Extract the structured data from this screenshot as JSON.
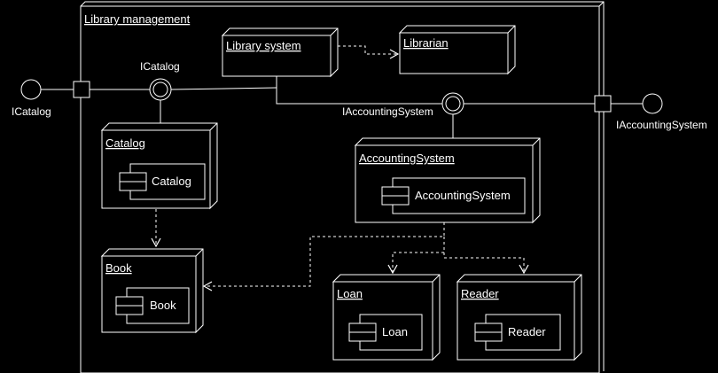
{
  "colors": {
    "background": "#000000",
    "stroke": "#ffffff",
    "text": "#ffffff"
  },
  "package": {
    "label": "Library management"
  },
  "nodes": {
    "library_system": {
      "label": "Library system"
    },
    "librarian": {
      "label": "Librarian"
    },
    "catalog": {
      "label": "Catalog",
      "component_label": "Catalog"
    },
    "accounting_system": {
      "label": "AccountingSystem",
      "component_label": "AccountingSystem"
    },
    "book": {
      "label": "Book",
      "component_label": "Book"
    },
    "loan": {
      "label": "Loan",
      "component_label": "Loan"
    },
    "reader": {
      "label": "Reader",
      "component_label": "Reader"
    }
  },
  "interfaces": {
    "icatalog_external": "ICatalog",
    "icatalog_internal": "ICatalog",
    "iaccounting_internal": "IAccountingSystem",
    "iaccounting_external": "IAccountingSystem"
  }
}
